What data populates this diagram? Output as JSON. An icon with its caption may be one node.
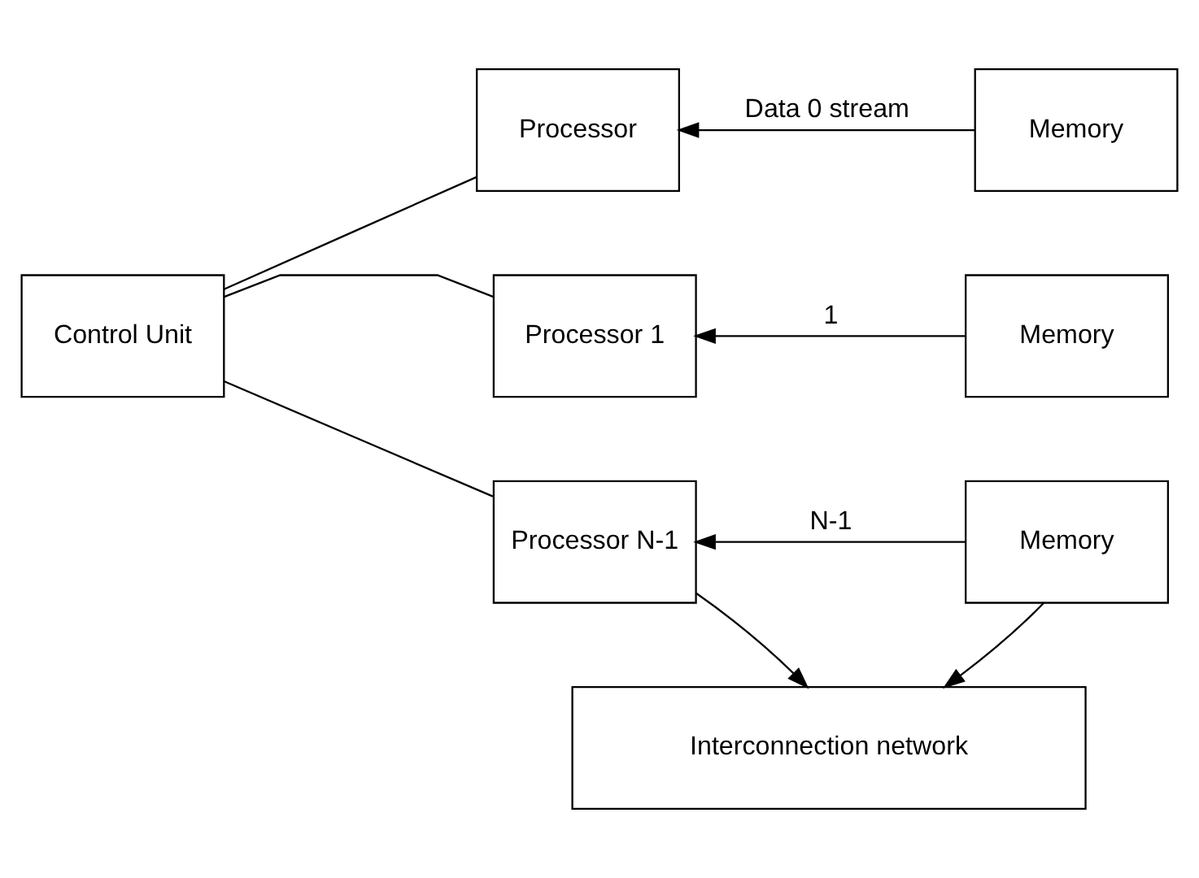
{
  "diagram": {
    "nodes": [
      {
        "text": [
          "Control Unit"
        ]
      },
      {
        "text": [
          "Processor"
        ]
      },
      {
        "text": [
          "Memory"
        ]
      },
      {
        "text": [
          "Processor 1"
        ]
      },
      {
        "text": [
          "Memory"
        ]
      },
      {
        "text": [
          "Processor N-1"
        ]
      },
      {
        "text": [
          "Memory"
        ]
      },
      {
        "text": [
          "Interconnection network"
        ]
      }
    ],
    "edges": [
      {
        "from": 0,
        "to": 1,
        "arrow": "none"
      },
      {
        "from": 0,
        "to": 3,
        "arrow": "none"
      },
      {
        "from": 0,
        "to": 5,
        "arrow": "none"
      },
      {
        "from": 2,
        "to": 1,
        "arrow": "to",
        "label": "Data 0 stream"
      },
      {
        "from": 4,
        "to": 3,
        "arrow": "to",
        "label": "1"
      },
      {
        "from": 6,
        "to": 5,
        "arrow": "to",
        "label": "N-1"
      },
      {
        "from": 5,
        "to": 7,
        "arrow": "to"
      },
      {
        "from": 6,
        "to": 7,
        "arrow": "to"
      }
    ]
  }
}
